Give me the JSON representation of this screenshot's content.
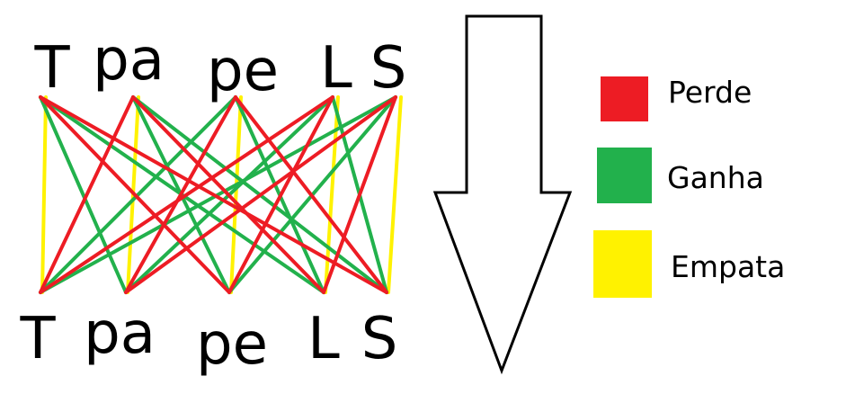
{
  "diagram": {
    "top_nodes": [
      "T",
      "pa",
      "pe",
      "L",
      "S"
    ],
    "bottom_nodes": [
      "T",
      "pa",
      "pe",
      "L",
      "S"
    ],
    "edges": [
      {
        "from": 0,
        "to": 0,
        "result": "draw"
      },
      {
        "from": 1,
        "to": 1,
        "result": "draw"
      },
      {
        "from": 2,
        "to": 2,
        "result": "draw"
      },
      {
        "from": 3,
        "to": 3,
        "result": "draw"
      },
      {
        "from": 4,
        "to": 4,
        "result": "draw"
      },
      {
        "from": 0,
        "to": 1,
        "result": "win"
      },
      {
        "from": 0,
        "to": 3,
        "result": "win"
      },
      {
        "from": 1,
        "to": 2,
        "result": "win"
      },
      {
        "from": 1,
        "to": 4,
        "result": "win"
      },
      {
        "from": 2,
        "to": 0,
        "result": "win"
      },
      {
        "from": 2,
        "to": 3,
        "result": "win"
      },
      {
        "from": 3,
        "to": 1,
        "result": "win"
      },
      {
        "from": 3,
        "to": 4,
        "result": "win"
      },
      {
        "from": 4,
        "to": 0,
        "result": "win"
      },
      {
        "from": 4,
        "to": 2,
        "result": "win"
      },
      {
        "from": 0,
        "to": 2,
        "result": "lose"
      },
      {
        "from": 0,
        "to": 4,
        "result": "lose"
      },
      {
        "from": 1,
        "to": 0,
        "result": "lose"
      },
      {
        "from": 1,
        "to": 3,
        "result": "lose"
      },
      {
        "from": 2,
        "to": 1,
        "result": "lose"
      },
      {
        "from": 2,
        "to": 4,
        "result": "lose"
      },
      {
        "from": 3,
        "to": 0,
        "result": "lose"
      },
      {
        "from": 3,
        "to": 2,
        "result": "lose"
      },
      {
        "from": 4,
        "to": 1,
        "result": "lose"
      },
      {
        "from": 4,
        "to": 3,
        "result": "lose"
      }
    ]
  },
  "legend": [
    {
      "key": "lose",
      "label": "Perde",
      "color": "#ed1c24"
    },
    {
      "key": "win",
      "label": "Ganha",
      "color": "#22b14c"
    },
    {
      "key": "draw",
      "label": "Empata",
      "color": "#fff200"
    }
  ],
  "arrow": {
    "direction": "down"
  }
}
